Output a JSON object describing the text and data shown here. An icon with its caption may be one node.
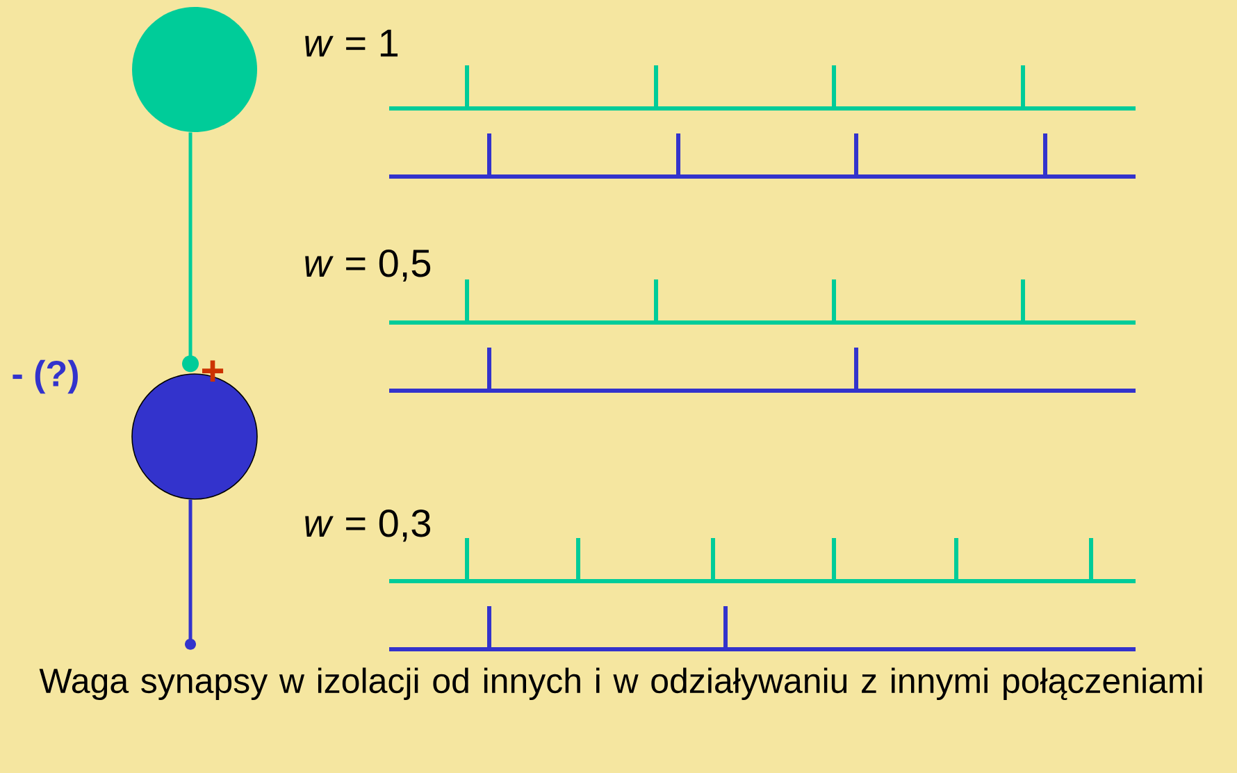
{
  "diagram": {
    "caption": "Waga synapsy w izolacji od innych i w odziaływaniu z innymi połączeniami",
    "nodes": [
      {
        "text": [],
        "shape": "circle"
      },
      {
        "text": [],
        "shape": "circle"
      }
    ],
    "edges": [
      {
        "from": 0,
        "to": 1,
        "arrow": "other"
      },
      {
        "from": 1,
        "to": null,
        "arrow": "other",
        "color": "#3333cc"
      }
    ],
    "labels": [
      "- (?)",
      "+",
      "*w* = 1",
      "*w* = 0,5",
      "*w* = 0,3"
    ]
  }
}
